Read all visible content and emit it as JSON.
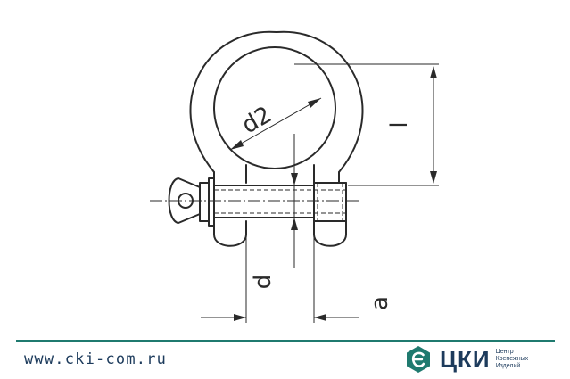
{
  "diagram": {
    "labels": {
      "d2": "d2",
      "l": "l",
      "d": "d",
      "a": "a"
    }
  },
  "footer": {
    "website": "www.cki-com.ru",
    "logo": {
      "icon": "cki-logo-icon",
      "name": "ЦКИ",
      "tagline_lines": [
        "Центр",
        "Крепежных",
        "Изделий"
      ],
      "colors": {
        "mark": "#1f7a6f",
        "text": "#1d3b5c"
      }
    },
    "divider_color": "#1f7a6f"
  }
}
